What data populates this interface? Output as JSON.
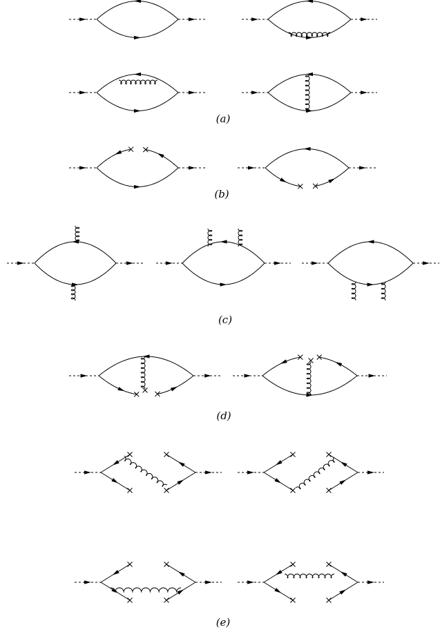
{
  "figure": {
    "labels": {
      "a": "(a)",
      "b": "(b)",
      "c": "(c)",
      "d": "(d)",
      "e": "(e)"
    }
  }
}
